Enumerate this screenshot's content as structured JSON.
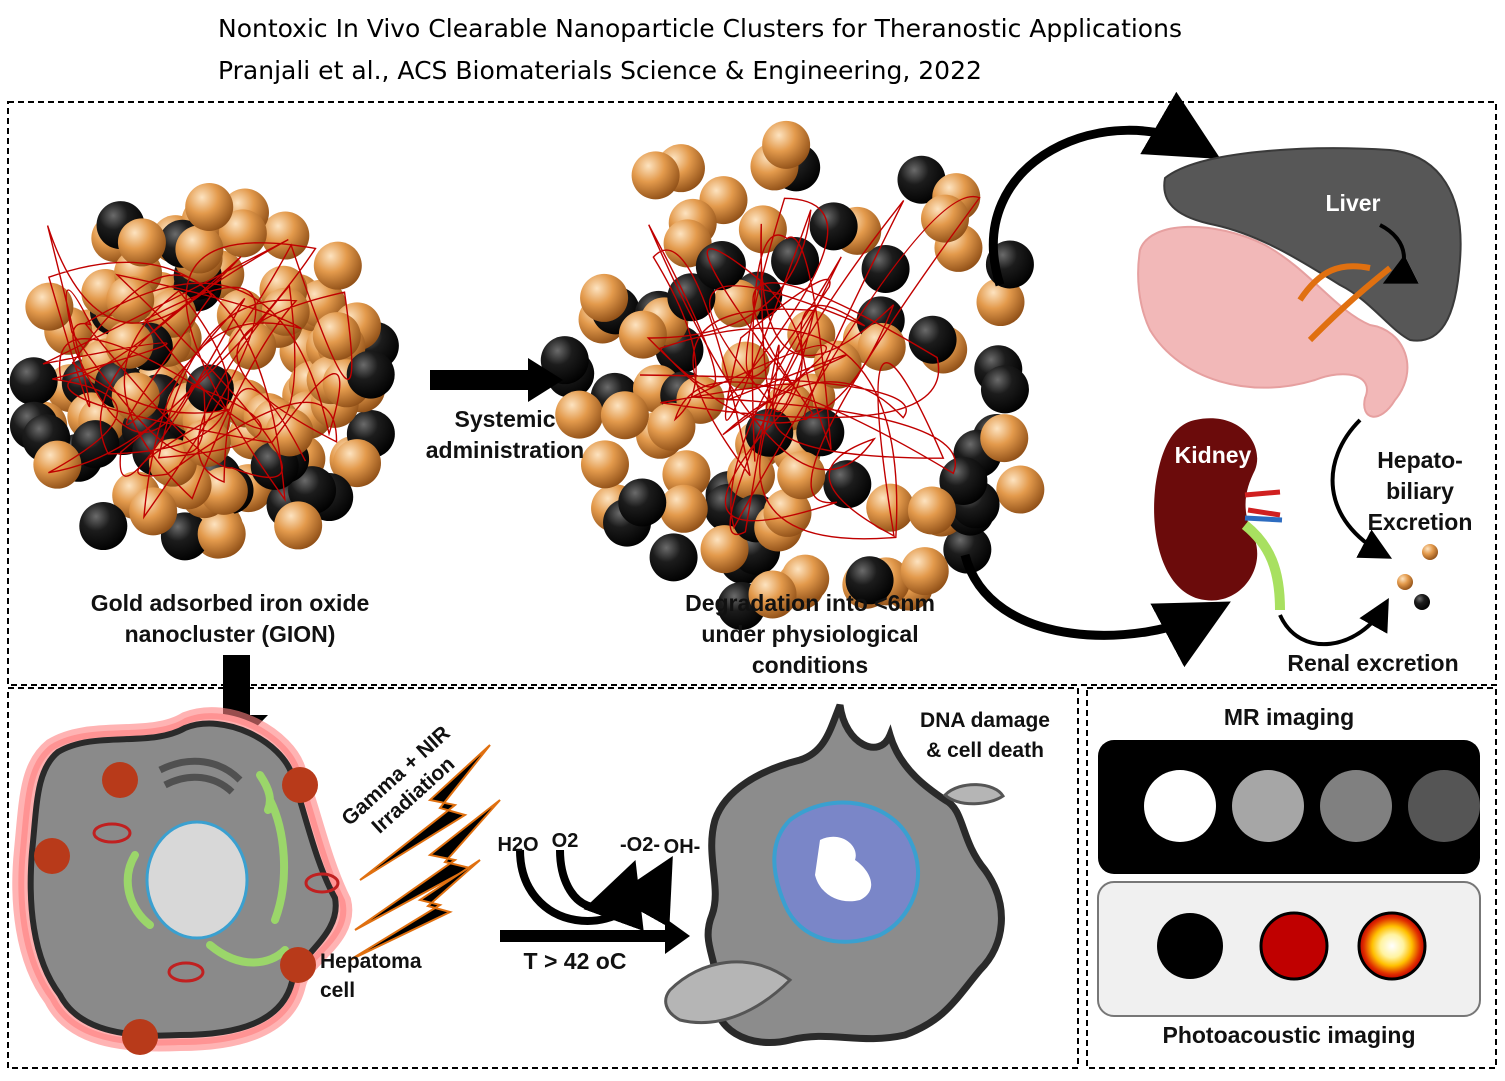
{
  "header": {
    "title": "Nontoxic In Vivo Clearable Nanoparticle Clusters for Theranostic Applications",
    "citation": "Pranjali et al., ACS Biomaterials Science & Engineering, 2022"
  },
  "top_panel": {
    "gion_label_line1": "Gold adsorbed iron oxide",
    "gion_label_line2": "nanocluster (GION)",
    "arrow_label_line1": "Systemic",
    "arrow_label_line2": "administration",
    "degradation_line1": "Degradation into <6nm",
    "degradation_line2": "under physiological",
    "degradation_line3": "conditions",
    "liver_label": "Liver",
    "kidney_label": "Kidney",
    "hepato_line1": "Hepato-",
    "hepato_line2": "biliary",
    "hepato_line3": "Excretion",
    "renal_label": "Renal excretion"
  },
  "therapy_panel": {
    "irradiation_line1": "Gamma + NIR",
    "irradiation_line2": "Irradiation",
    "hepatoma_line1": "Hepatoma",
    "hepatoma_line2": "cell",
    "reactant1": "H2O",
    "reactant2": "O2",
    "product1": "-O2-",
    "product2": "OH-",
    "temperature": "T > 42 oC",
    "outcome_line1": "DNA damage",
    "outcome_line2": "& cell death"
  },
  "imaging_panel": {
    "mr_title": "MR imaging",
    "pa_title": "Photoacoustic imaging",
    "mr_levels": [
      "#ffffff",
      "#a6a6a6",
      "#808080",
      "#555555"
    ],
    "pa_colors": [
      "#000000",
      "#c00000",
      "#ffd700"
    ]
  },
  "colors": {
    "gold": "#d98a3a",
    "iron_oxide": "#111111",
    "polymer": "#c00000",
    "liver": "#555555",
    "stomach": "#f2b8b8",
    "kidney": "#6b0b0b",
    "cell": "#8a8a8a",
    "cell_glow": "#ff9a9a"
  }
}
